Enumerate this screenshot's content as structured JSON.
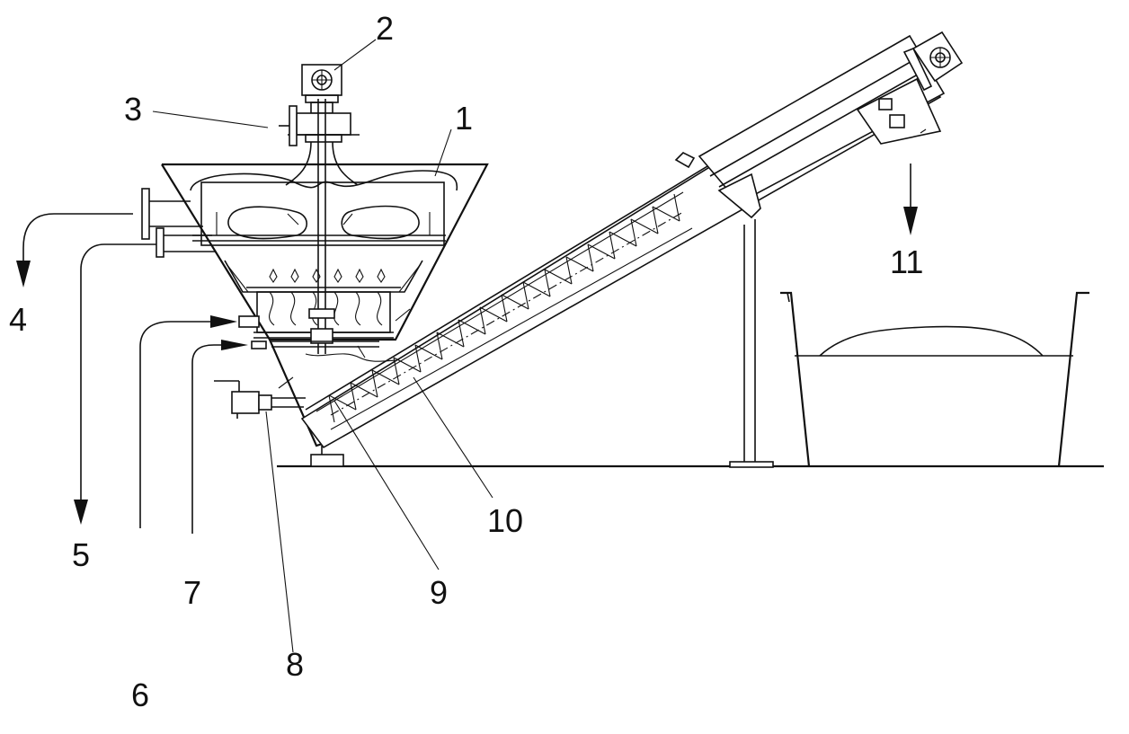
{
  "labels": {
    "l1": "1",
    "l2": "2",
    "l3": "3",
    "l4": "4",
    "l5": "5",
    "l6": "6",
    "l7": "7",
    "l8": "8",
    "l9": "9",
    "l10": "10",
    "l11": "11"
  }
}
